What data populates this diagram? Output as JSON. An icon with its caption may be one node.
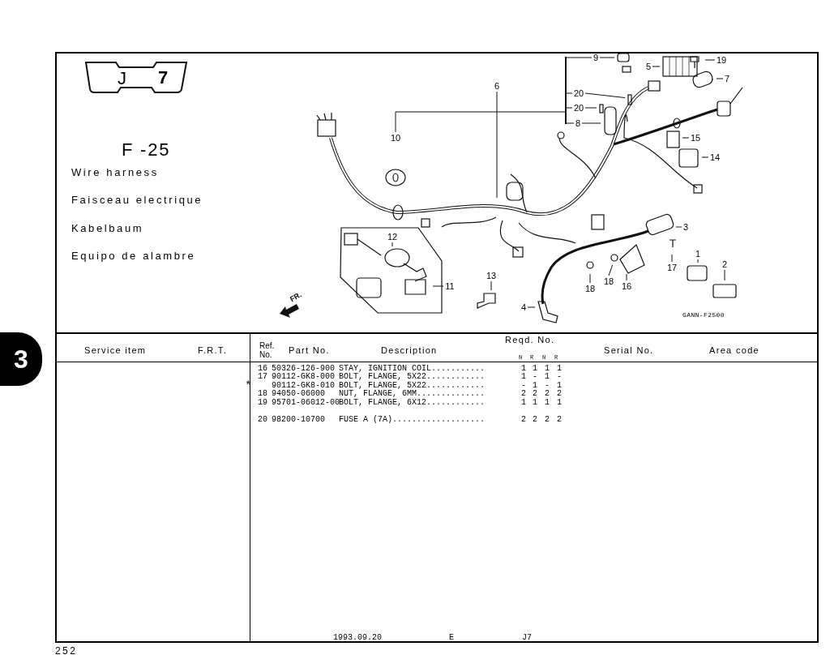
{
  "diagram": {
    "title": "F -25",
    "nodes": [
      {
        "text": [
          "J",
          "7"
        ]
      },
      {
        "text": [
          "9"
        ]
      },
      {
        "text": [
          "19"
        ]
      },
      {
        "text": [
          "5"
        ]
      },
      {
        "text": [
          "7"
        ]
      },
      {
        "text": [
          "6"
        ]
      },
      {
        "text": [
          "20"
        ]
      },
      {
        "text": [
          "20"
        ]
      },
      {
        "text": [
          "8"
        ]
      },
      {
        "text": [
          "10"
        ]
      },
      {
        "text": [
          "15"
        ]
      },
      {
        "text": [
          "14"
        ]
      },
      {
        "text": [
          "3"
        ]
      },
      {
        "text": [
          "12"
        ]
      },
      {
        "text": [
          "1"
        ]
      },
      {
        "text": [
          "17"
        ]
      },
      {
        "text": [
          "2"
        ]
      },
      {
        "text": [
          "18"
        ]
      },
      {
        "text": [
          "13"
        ]
      },
      {
        "text": [
          "11"
        ]
      },
      {
        "text": [
          "18"
        ]
      },
      {
        "text": [
          "16"
        ]
      },
      {
        "text": [
          "4"
        ]
      },
      {
        "text": [
          "3"
        ]
      },
      {
        "text": [],
        "shape": "bar"
      }
    ],
    "edges": [
      {
        "from": 1,
        "to": null,
        "arrow": "none"
      },
      {
        "from": 2,
        "to": null,
        "arrow": "none"
      },
      {
        "from": 3,
        "to": null,
        "arrow": "none"
      },
      {
        "from": 4,
        "to": null,
        "arrow": "none"
      },
      {
        "from": 5,
        "to": null,
        "arrow": "none"
      },
      {
        "from": 6,
        "to": null,
        "arrow": "none"
      },
      {
        "from": 7,
        "to": null,
        "arrow": "none"
      },
      {
        "from": 8,
        "to": null,
        "arrow": "none"
      },
      {
        "from": 9,
        "to": 24,
        "arrow": "none"
      },
      {
        "from": 10,
        "to": null,
        "arrow": "none"
      },
      {
        "from": 11,
        "to": null,
        "arrow": "none"
      },
      {
        "from": 12,
        "to": null,
        "arrow": "none"
      },
      {
        "from": 13,
        "to": null,
        "arrow": "none"
      },
      {
        "from": 14,
        "to": null,
        "arrow": "none"
      },
      {
        "from": 15,
        "to": null,
        "arrow": "none"
      },
      {
        "from": 16,
        "to": null,
        "arrow": "none"
      },
      {
        "from": 17,
        "to": null,
        "arrow": "none"
      },
      {
        "from": 18,
        "to": null,
        "arrow": "none"
      },
      {
        "from": 19,
        "to": null,
        "arrow": "none"
      },
      {
        "from": 20,
        "to": null,
        "arrow": "none"
      },
      {
        "from": 21,
        "to": null,
        "arrow": "none"
      },
      {
        "from": 22,
        "to": null,
        "arrow": "none"
      },
      {
        "from": 1,
        "to": 24,
        "arrow": "none"
      },
      {
        "from": 6,
        "to": 24,
        "arrow": "none"
      },
      {
        "from": 7,
        "to": 24,
        "arrow": "none"
      },
      {
        "from": 8,
        "to": 24,
        "arrow": "none"
      }
    ],
    "labels": [
      "Wire harness",
      "Faisceau electrique",
      "Kabelbaum",
      "Equipo de alambre",
      "FR.",
      "GANN-F2500",
      "Service item",
      "F.R.T.",
      "Ref. No.",
      "Part No.",
      "Description",
      "Reqd. No.",
      "N",
      "R",
      "N",
      "R",
      "Serial No.",
      "Area code",
      "16",
      "50326-126-900",
      "STAY, IGNITION COIL...........",
      "1",
      "1",
      "1",
      "1",
      "17",
      "90112-GK8-000",
      "BOLT, FLANGE, 5X22............",
      "1",
      "-",
      "1",
      "-",
      "*",
      "90112-GK8-010",
      "BOLT, FLANGE, 5X22............",
      "-",
      "1",
      "-",
      "1",
      "18",
      "94050-06000",
      "NUT, FLANGE, 6MM..............",
      "2",
      "2",
      "2",
      "2",
      "19",
      "95701-06012-00",
      "BOLT, FLANGE, 6X12............",
      "1",
      "1",
      "1",
      "1",
      "20",
      "98200-10700",
      "FUSE A (7A)...................",
      "2",
      "2",
      "2",
      "2",
      "1993.09.20",
      "E",
      "J7",
      "252"
    ]
  }
}
